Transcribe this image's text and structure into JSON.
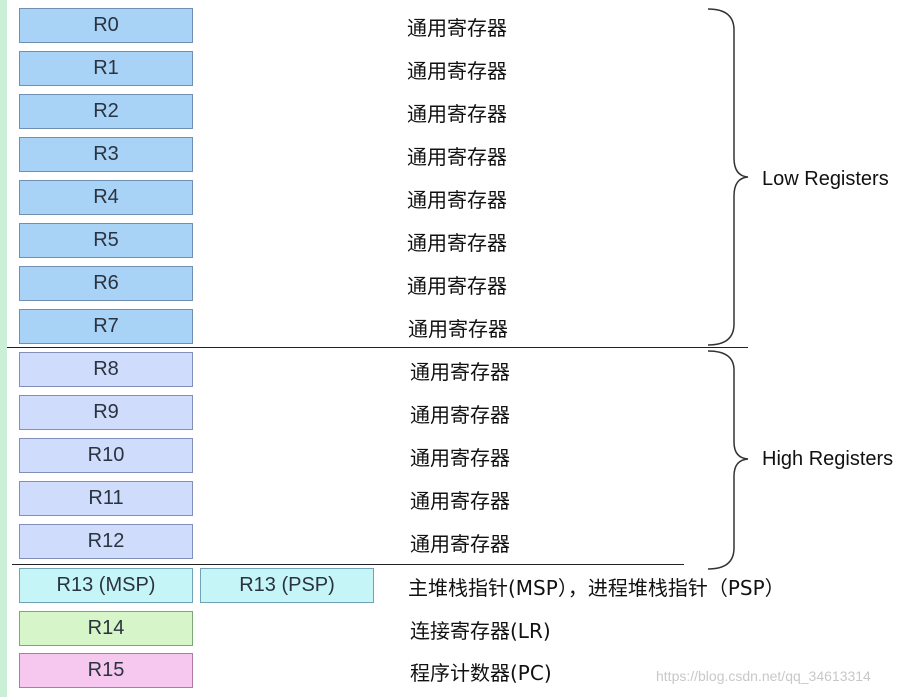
{
  "registers": [
    {
      "name": "R0",
      "group": "low",
      "desc": "通用寄存器"
    },
    {
      "name": "R1",
      "group": "low",
      "desc": "通用寄存器"
    },
    {
      "name": "R2",
      "group": "low",
      "desc": "通用寄存器"
    },
    {
      "name": "R3",
      "group": "low",
      "desc": "通用寄存器"
    },
    {
      "name": "R4",
      "group": "low",
      "desc": "通用寄存器"
    },
    {
      "name": "R5",
      "group": "low",
      "desc": "通用寄存器"
    },
    {
      "name": "R6",
      "group": "low",
      "desc": "通用寄存器"
    },
    {
      "name": "R7",
      "group": "low",
      "desc": "通用寄存器"
    },
    {
      "name": "R8",
      "group": "high",
      "desc": "通用寄存器"
    },
    {
      "name": "R9",
      "group": "high",
      "desc": "通用寄存器"
    },
    {
      "name": "R10",
      "group": "high",
      "desc": "通用寄存器"
    },
    {
      "name": "R11",
      "group": "high",
      "desc": "通用寄存器"
    },
    {
      "name": "R12",
      "group": "high",
      "desc": "通用寄存器"
    }
  ],
  "stack_pointers": {
    "msp": "R13 (MSP)",
    "psp": "R13 (PSP)",
    "desc": "主堆栈指针(MSP），进程堆栈指针（PSP）"
  },
  "link_register": {
    "name": "R14",
    "desc": "连接寄存器(LR)"
  },
  "program_counter": {
    "name": "R15",
    "desc": "程序计数器(PC)"
  },
  "groups": {
    "low_label": "Low Registers",
    "high_label": "High Registers"
  },
  "watermark": "https://blog.csdn.net/qq_34613314",
  "colors": {
    "low_fill": "#a9d3f6",
    "high_fill": "#cfdcfb",
    "sp_fill": "#c6f5f7",
    "lr_fill": "#d6f5c9",
    "pc_fill": "#f6c8f0"
  }
}
